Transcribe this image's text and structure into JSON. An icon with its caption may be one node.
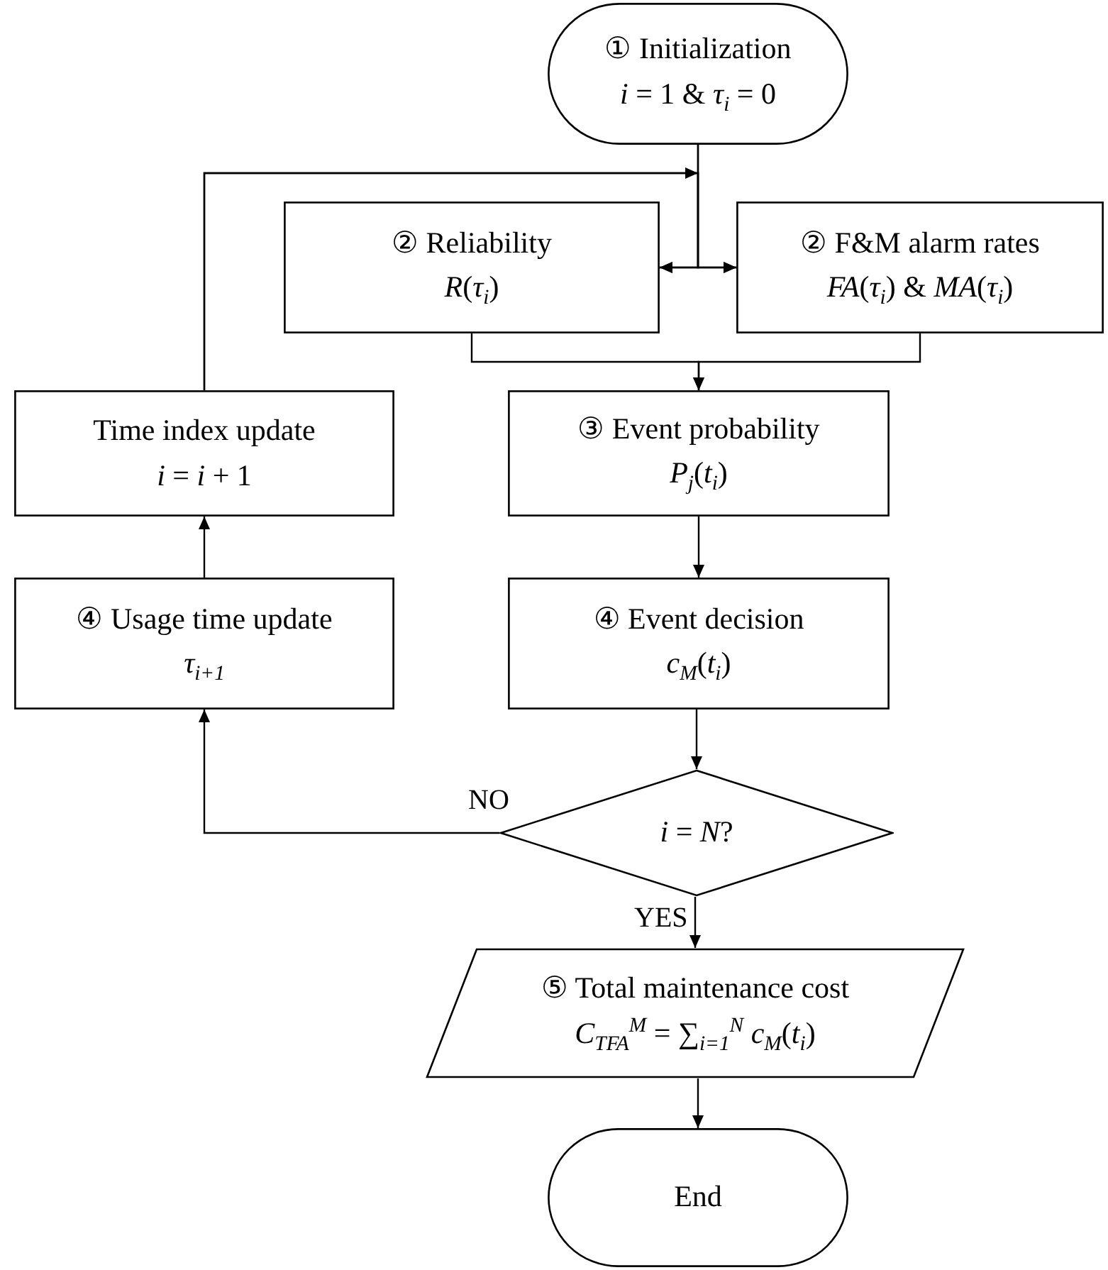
{
  "diagram": {
    "nodes": [
      {
        "text": [
          "① Initialization",
          "*i* = 1 & *τ*$_{i}$ = 0"
        ]
      },
      {
        "text": [
          "② Reliability",
          "*R*(*τ*$_{i}$)"
        ]
      },
      {
        "text": [
          "② F&M alarm rates",
          "*FA*(*τ*$_{i}$) & *MA*(*τ*$_{i}$)"
        ]
      },
      {
        "text": [
          "③ Event probability",
          "*P*$_{j}$(*t*$_{i}$)"
        ]
      },
      {
        "text": [
          "Time index update",
          "*i* = *i* + 1"
        ]
      },
      {
        "text": [
          "④ Event decision",
          "*c*$_{M}$(*t*$_{i}$)"
        ]
      },
      {
        "text": [
          "④ Usage time update",
          "*τ*$_{i+1}$"
        ]
      },
      {
        "text": [
          "*i* = *N*?"
        ]
      },
      {
        "text": [
          "⑤ Total maintenance cost",
          "*C*$_{TFA}$$^{M}$ = ∑$_{i=1}$$^{N}$ *c*$_{M}$(*t*$_{i}$)"
        ]
      },
      {
        "text": [
          "End"
        ]
      }
    ],
    "edges": [
      {
        "from": 0,
        "to": 1,
        "arrow": "to"
      },
      {
        "from": 0,
        "to": 2,
        "arrow": "to"
      },
      {
        "from": 1,
        "to": 3,
        "arrow": "to"
      },
      {
        "from": 2,
        "to": 3,
        "arrow": "to"
      },
      {
        "from": 3,
        "to": 5,
        "arrow": "to"
      },
      {
        "from": 5,
        "to": 7,
        "arrow": "to"
      },
      {
        "from": 7,
        "to": 6,
        "arrow": "to",
        "label": "NO"
      },
      {
        "from": 6,
        "to": 4,
        "arrow": "to"
      },
      {
        "from": 4,
        "to": 1,
        "arrow": "to"
      },
      {
        "from": 4,
        "to": 2,
        "arrow": "to"
      },
      {
        "from": 7,
        "to": 8,
        "arrow": "to",
        "label": "YES"
      },
      {
        "from": 8,
        "to": 9,
        "arrow": "to"
      }
    ]
  }
}
